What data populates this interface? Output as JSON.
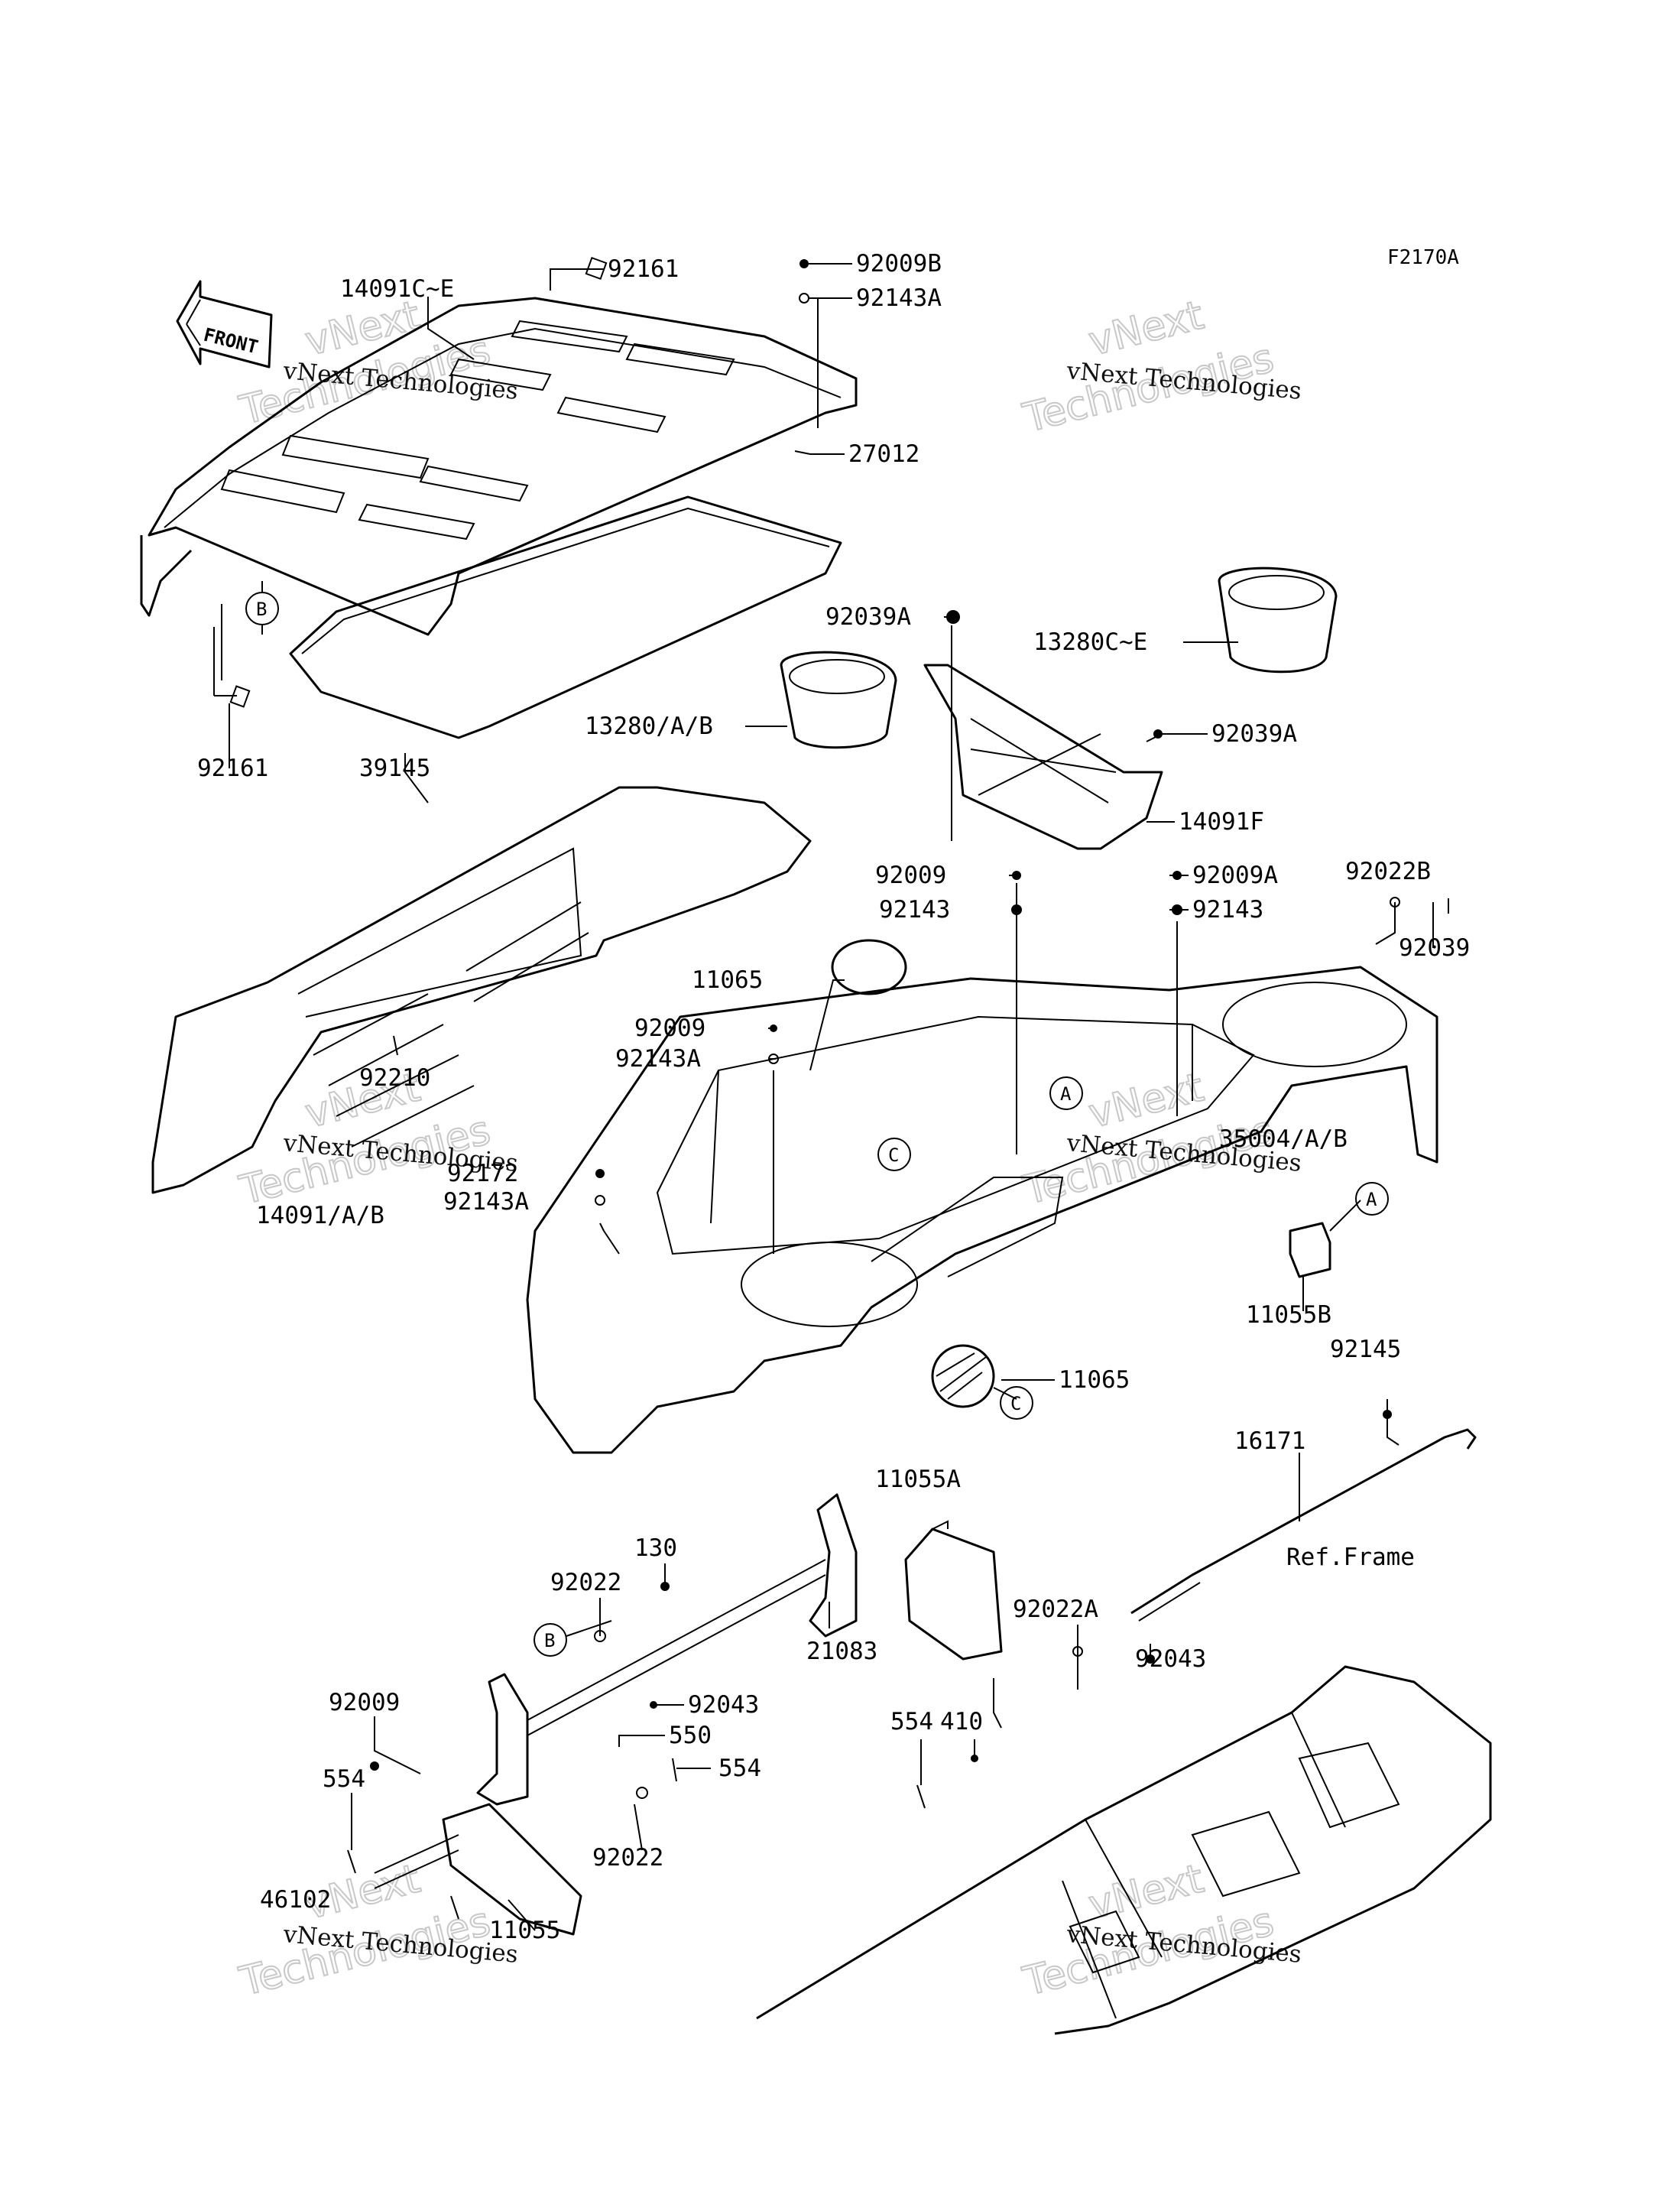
{
  "figure_code": "F2170A",
  "front_arrow": {
    "label": "FRONT",
    "icon": "front-direction-arrow-icon"
  },
  "parts": [
    {
      "id": "p92161a",
      "label": "92161"
    },
    {
      "id": "p14091ce",
      "label": "14091C~E"
    },
    {
      "id": "p92009b",
      "label": "92009B"
    },
    {
      "id": "p92143a1",
      "label": "92143A"
    },
    {
      "id": "p27012",
      "label": "27012"
    },
    {
      "id": "p92039a1",
      "label": "92039A"
    },
    {
      "id": "p13280ce",
      "label": "13280C~E"
    },
    {
      "id": "p13280ab",
      "label": "13280/A/B"
    },
    {
      "id": "p92039a2",
      "label": "92039A"
    },
    {
      "id": "p14091f",
      "label": "14091F"
    },
    {
      "id": "p92161b",
      "label": "92161"
    },
    {
      "id": "p39145",
      "label": "39145"
    },
    {
      "id": "p92009a1",
      "label": "92009"
    },
    {
      "id": "p92009aa",
      "label": "92009A"
    },
    {
      "id": "p92022b",
      "label": "92022B"
    },
    {
      "id": "p92143b1",
      "label": "92143"
    },
    {
      "id": "p92143b2",
      "label": "92143"
    },
    {
      "id": "p92039",
      "label": "92039"
    },
    {
      "id": "p11065a",
      "label": "11065"
    },
    {
      "id": "p92009a2",
      "label": "92009"
    },
    {
      "id": "p92143a2",
      "label": "92143A"
    },
    {
      "id": "p92210",
      "label": "92210"
    },
    {
      "id": "p92172",
      "label": "92172"
    },
    {
      "id": "p92143a3",
      "label": "92143A"
    },
    {
      "id": "p35004",
      "label": "35004/A/B"
    },
    {
      "id": "p14091ab",
      "label": "14091/A/B"
    },
    {
      "id": "p11055b",
      "label": "11055B"
    },
    {
      "id": "p11065b",
      "label": "11065"
    },
    {
      "id": "p92145",
      "label": "92145"
    },
    {
      "id": "p16171",
      "label": "16171"
    },
    {
      "id": "p11055a",
      "label": "11055A"
    },
    {
      "id": "p130",
      "label": "130"
    },
    {
      "id": "p92022a1",
      "label": "92022"
    },
    {
      "id": "pref",
      "label": "Ref.Frame"
    },
    {
      "id": "p92022aa",
      "label": "92022A"
    },
    {
      "id": "p21083",
      "label": "21083"
    },
    {
      "id": "p92043a",
      "label": "92043"
    },
    {
      "id": "p92009c",
      "label": "92009"
    },
    {
      "id": "p92043b",
      "label": "92043"
    },
    {
      "id": "p550",
      "label": "550"
    },
    {
      "id": "p554a",
      "label": "554"
    },
    {
      "id": "p410",
      "label": "410"
    },
    {
      "id": "p554b",
      "label": "554"
    },
    {
      "id": "p554c",
      "label": "554"
    },
    {
      "id": "p92022a2",
      "label": "92022"
    },
    {
      "id": "p46102",
      "label": "46102"
    },
    {
      "id": "p11055",
      "label": "11055"
    }
  ],
  "callouts": [
    {
      "id": "cB1",
      "letter": "B"
    },
    {
      "id": "cA1",
      "letter": "A"
    },
    {
      "id": "cC1",
      "letter": "C"
    },
    {
      "id": "cA2",
      "letter": "A"
    },
    {
      "id": "cC2",
      "letter": "C"
    },
    {
      "id": "cB2",
      "letter": "B"
    }
  ],
  "watermark": {
    "line1": "vNext Technologies",
    "line2a": "vNext",
    "line2b": "Technologies"
  }
}
